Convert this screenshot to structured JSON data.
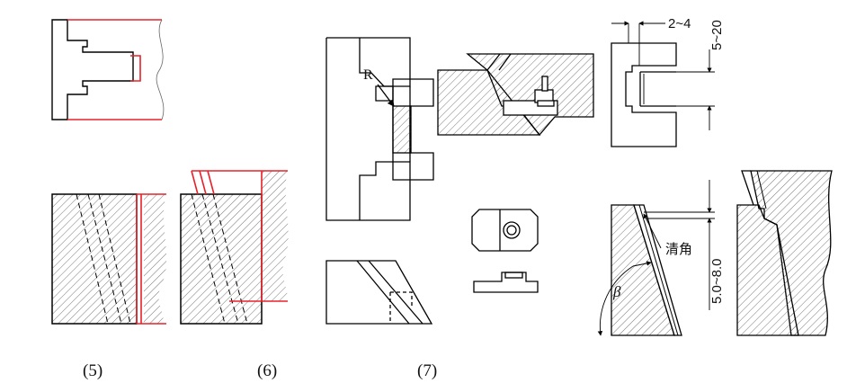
{
  "captions": [
    "(5)",
    "(6)",
    "(7)"
  ],
  "annotations": {
    "radius_label": "R",
    "gap_dim": "2~4",
    "depth_dim": "5~20",
    "corner_note": "清角",
    "height_dim": "5.0~8.0",
    "angle_label": "β"
  },
  "colors": {
    "outline": "#000000",
    "highlight": "#e8202a",
    "hatch": "#555555"
  }
}
